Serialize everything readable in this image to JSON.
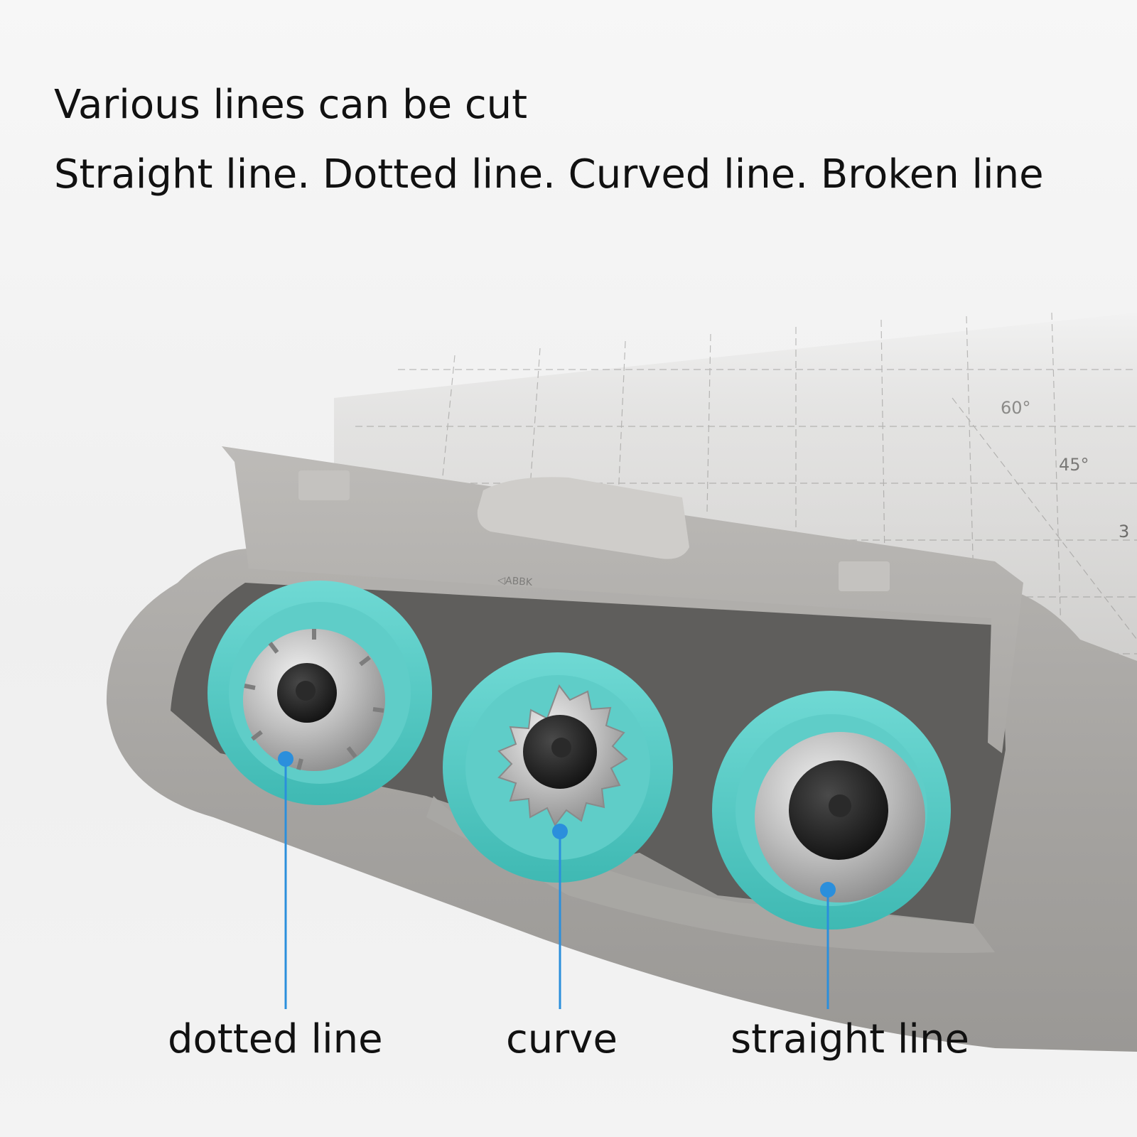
{
  "headline": {
    "line1": "Various lines can be cut",
    "line2": "Straight line. Dotted line. Curved line. Broken line"
  },
  "mat": {
    "angle_marks": [
      "60°",
      "45°",
      "3"
    ]
  },
  "blade_labels": {
    "dotted": "dotted line",
    "curve": "curve",
    "straight": "straight line"
  },
  "colors": {
    "background": "#f1f1f1",
    "case_gray": "#a7a5a2",
    "holder_teal": "#4fc9c4",
    "callout_blue": "#2b8fdc",
    "text": "#111111"
  }
}
